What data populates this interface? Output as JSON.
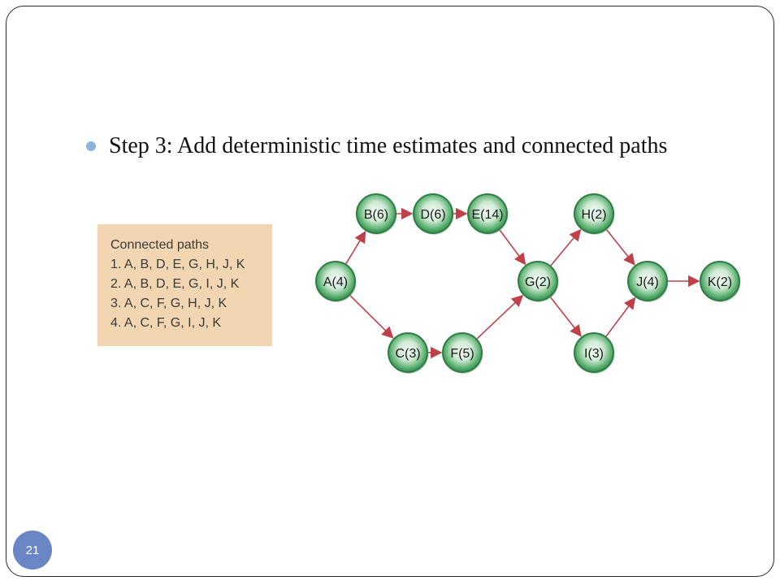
{
  "slide": {
    "bullet": "Step 3: Add deterministic time estimates and connected paths",
    "page_number": "21"
  },
  "paths_box": {
    "title": "Connected paths",
    "paths": [
      "1. A, B, D, E, G, H, J, K",
      "2. A, B, D, E, G, I, J, K",
      "3. A, C, F, G, H, J, K",
      "4. A, C, F, G, I, J, K"
    ]
  },
  "diagram": {
    "colors": {
      "node_fill_dark": "#3a9a55",
      "node_fill_light": "#e8f6ea",
      "node_ring": "#2e7d45",
      "arrow": "#c0404a"
    },
    "nodes": [
      {
        "id": "A",
        "label": "A(4)"
      },
      {
        "id": "B",
        "label": "B(6)"
      },
      {
        "id": "D",
        "label": "D(6)"
      },
      {
        "id": "E",
        "label": "E(14)"
      },
      {
        "id": "C",
        "label": "C(3)"
      },
      {
        "id": "F",
        "label": "F(5)"
      },
      {
        "id": "G",
        "label": "G(2)"
      },
      {
        "id": "H",
        "label": "H(2)"
      },
      {
        "id": "I",
        "label": "I(3)"
      },
      {
        "id": "J",
        "label": "J(4)"
      },
      {
        "id": "K",
        "label": "K(2)"
      }
    ],
    "edges": [
      [
        "A",
        "B"
      ],
      [
        "B",
        "D"
      ],
      [
        "D",
        "E"
      ],
      [
        "E",
        "G"
      ],
      [
        "A",
        "C"
      ],
      [
        "C",
        "F"
      ],
      [
        "F",
        "G"
      ],
      [
        "G",
        "H"
      ],
      [
        "G",
        "I"
      ],
      [
        "H",
        "J"
      ],
      [
        "I",
        "J"
      ],
      [
        "J",
        "K"
      ]
    ]
  }
}
